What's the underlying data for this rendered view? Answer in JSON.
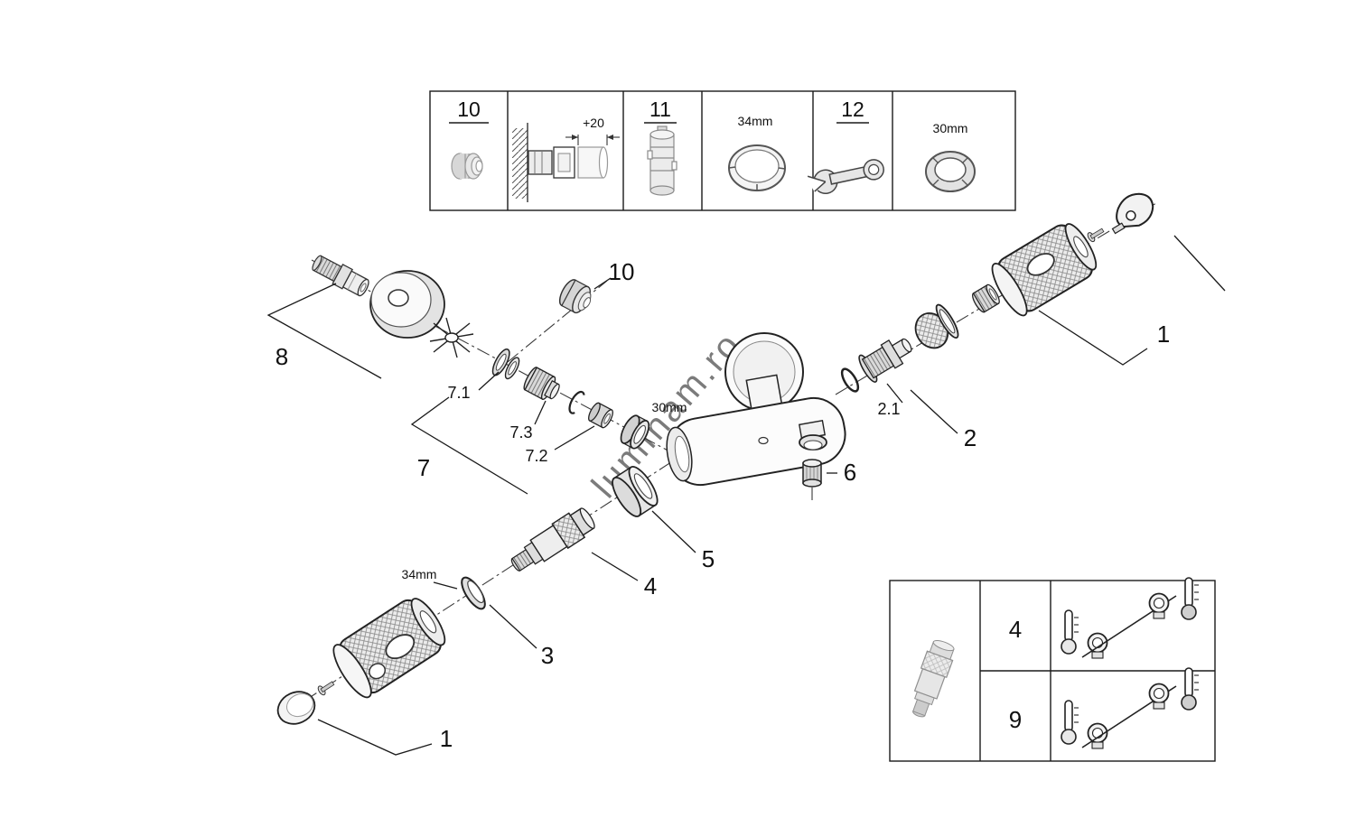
{
  "watermark": "luminam.ro",
  "top_panel": {
    "item_10": "10",
    "ext_dim": "+20",
    "item_11": "11",
    "ring_dim": "34mm",
    "item_12": "12",
    "nut_dim": "30mm"
  },
  "labels": {
    "p10": "10",
    "p8": "8",
    "p7_1": "7.1",
    "p7_3": "7.3",
    "p7_2": "7.2",
    "p7": "7",
    "dim30": "30mm",
    "p6": "6",
    "p5": "5",
    "p4": "4",
    "p3": "3",
    "dim34": "34mm",
    "p1_bottom": "1",
    "p2_1": "2.1",
    "p2": "2",
    "p1_right": "1"
  },
  "adjustment_panel": {
    "row1": "4",
    "row2": "9"
  }
}
